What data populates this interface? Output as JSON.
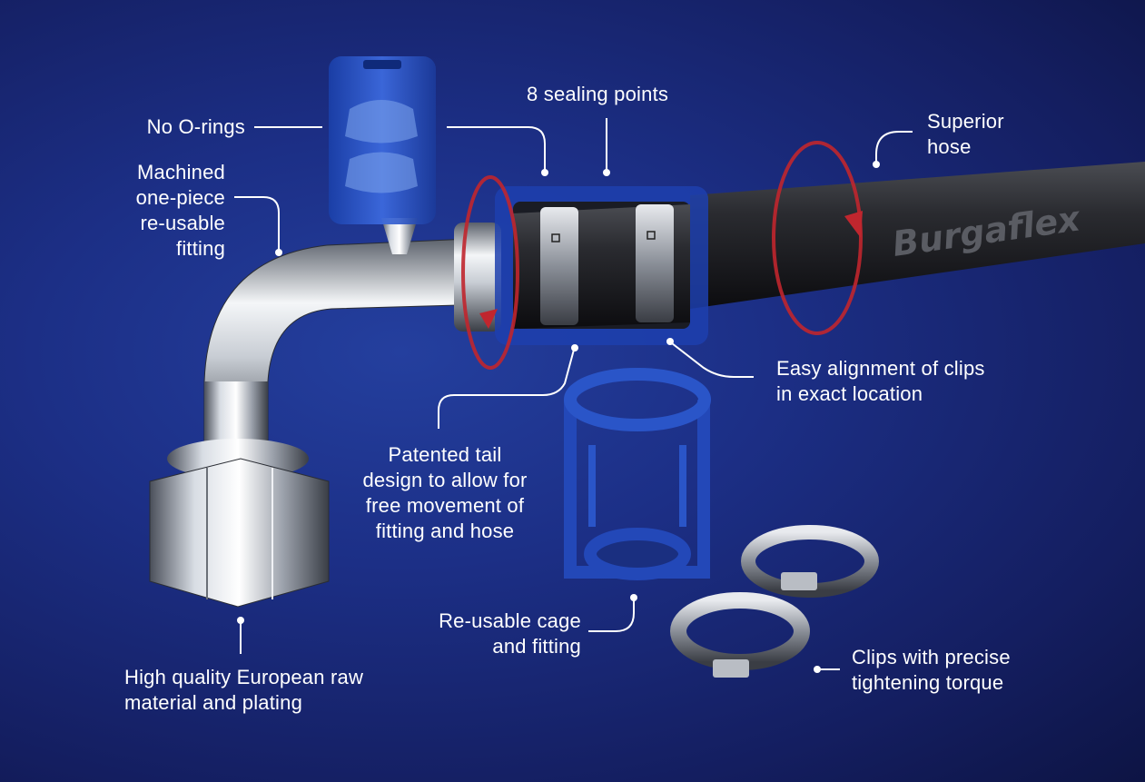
{
  "labels": {
    "no_orings": "No O-rings",
    "machined": "Machined\none-piece\nre-usable\nfitting",
    "sealing_points": "8 sealing points",
    "superior_hose": "Superior\nhose",
    "easy_alignment": "Easy alignment of clips\nin exact location",
    "patented_tail": "Patented tail\ndesign to allow for\nfree movement of\nfitting and hose",
    "reusable_cage": "Re-usable cage\nand fitting",
    "clips": "Clips with precise\ntightening torque",
    "high_quality": "High quality European raw\nmaterial and plating"
  },
  "brand": "Burgaflex",
  "colors": {
    "background": "#1c2f86",
    "accent_blue": "#2a55c8",
    "arrow_red": "#c0262e",
    "text": "#ffffff"
  }
}
